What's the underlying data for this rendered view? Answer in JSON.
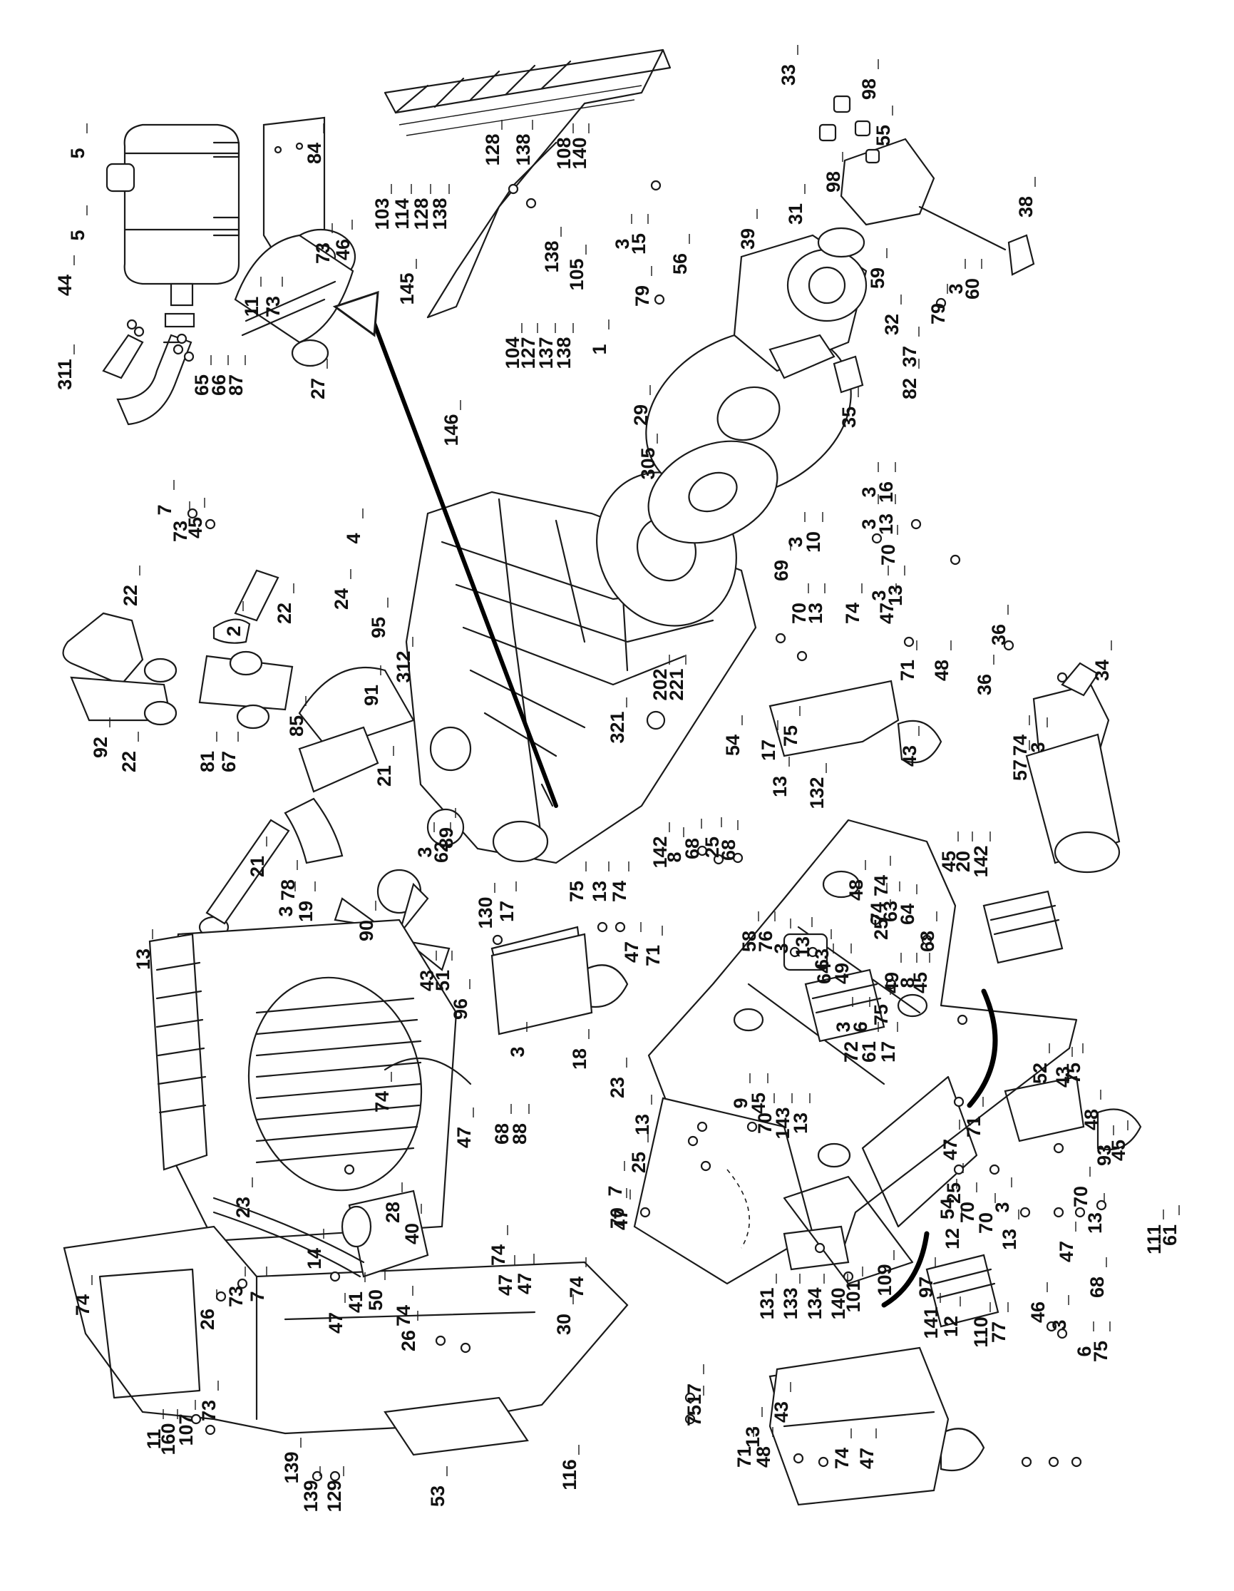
{
  "callouts": [
    {
      "id": "c1",
      "text": "5"
    },
    {
      "id": "c2",
      "text": "5"
    },
    {
      "id": "c3",
      "text": "44"
    },
    {
      "id": "c4",
      "text": "84"
    },
    {
      "id": "c5",
      "text": "73"
    },
    {
      "id": "c6",
      "text": "46"
    },
    {
      "id": "c7",
      "text": "11"
    },
    {
      "id": "c8",
      "text": "73"
    },
    {
      "id": "c9",
      "text": "311"
    },
    {
      "id": "c10",
      "text": "65"
    },
    {
      "id": "c11",
      "text": "66"
    },
    {
      "id": "c12",
      "text": "87"
    },
    {
      "id": "c13",
      "text": "27"
    },
    {
      "id": "c14",
      "text": "7"
    },
    {
      "id": "c15",
      "text": "73"
    },
    {
      "id": "c16",
      "text": "45"
    },
    {
      "id": "c17",
      "text": "4"
    },
    {
      "id": "c18",
      "text": "22"
    },
    {
      "id": "c19",
      "text": "22"
    },
    {
      "id": "c20",
      "text": "24"
    },
    {
      "id": "c21",
      "text": "2"
    },
    {
      "id": "c22",
      "text": "95"
    },
    {
      "id": "c23",
      "text": "312"
    },
    {
      "id": "c24",
      "text": "91"
    },
    {
      "id": "c25",
      "text": "92"
    },
    {
      "id": "c26",
      "text": "22"
    },
    {
      "id": "c27",
      "text": "81"
    },
    {
      "id": "c28",
      "text": "67"
    },
    {
      "id": "c29",
      "text": "85"
    },
    {
      "id": "c30",
      "text": "21"
    },
    {
      "id": "c31",
      "text": "21"
    },
    {
      "id": "c32",
      "text": "89"
    },
    {
      "id": "c33",
      "text": "3"
    },
    {
      "id": "c34",
      "text": "62"
    },
    {
      "id": "c35",
      "text": "78"
    },
    {
      "id": "c36",
      "text": "3"
    },
    {
      "id": "c37",
      "text": "19"
    },
    {
      "id": "c38",
      "text": "90"
    },
    {
      "id": "c39",
      "text": "103"
    },
    {
      "id": "c40",
      "text": "114"
    },
    {
      "id": "c41",
      "text": "128"
    },
    {
      "id": "c42",
      "text": "138"
    },
    {
      "id": "c43",
      "text": "145"
    },
    {
      "id": "c44",
      "text": "104"
    },
    {
      "id": "c45",
      "text": "127"
    },
    {
      "id": "c46",
      "text": "137"
    },
    {
      "id": "c47",
      "text": "138"
    },
    {
      "id": "c48",
      "text": "146"
    },
    {
      "id": "c49",
      "text": "128"
    },
    {
      "id": "c50",
      "text": "138"
    },
    {
      "id": "c51",
      "text": "108"
    },
    {
      "id": "c52",
      "text": "140"
    },
    {
      "id": "c53",
      "text": "138"
    },
    {
      "id": "c54",
      "text": "105"
    },
    {
      "id": "c55",
      "text": "3"
    },
    {
      "id": "c56",
      "text": "15"
    },
    {
      "id": "c57",
      "text": "79"
    },
    {
      "id": "c58",
      "text": "56"
    },
    {
      "id": "c59",
      "text": "39"
    },
    {
      "id": "c60",
      "text": "31"
    },
    {
      "id": "c61",
      "text": "33"
    },
    {
      "id": "c62",
      "text": "98"
    },
    {
      "id": "c63",
      "text": "55"
    },
    {
      "id": "c64",
      "text": "98"
    },
    {
      "id": "c65",
      "text": "38"
    },
    {
      "id": "c66",
      "text": "59"
    },
    {
      "id": "c67",
      "text": "3"
    },
    {
      "id": "c68",
      "text": "60"
    },
    {
      "id": "c69",
      "text": "79"
    },
    {
      "id": "c70",
      "text": "32"
    },
    {
      "id": "c71",
      "text": "37"
    },
    {
      "id": "c72",
      "text": "82"
    },
    {
      "id": "c73",
      "text": "35"
    },
    {
      "id": "c74",
      "text": "1"
    },
    {
      "id": "c75",
      "text": "29"
    },
    {
      "id": "c76",
      "text": "305"
    },
    {
      "id": "c77",
      "text": "3"
    },
    {
      "id": "c78",
      "text": "16"
    },
    {
      "id": "c79",
      "text": "3"
    },
    {
      "id": "c80",
      "text": "13"
    },
    {
      "id": "c81",
      "text": "3"
    },
    {
      "id": "c82",
      "text": "10"
    },
    {
      "id": "c83",
      "text": "69"
    },
    {
      "id": "c84",
      "text": "70"
    },
    {
      "id": "c85",
      "text": "3"
    },
    {
      "id": "c86",
      "text": "13"
    },
    {
      "id": "c87",
      "text": "70"
    },
    {
      "id": "c88",
      "text": "13"
    },
    {
      "id": "c89",
      "text": "74"
    },
    {
      "id": "c90",
      "text": "47"
    },
    {
      "id": "c91",
      "text": "36"
    },
    {
      "id": "c92",
      "text": "34"
    },
    {
      "id": "c93",
      "text": "36"
    },
    {
      "id": "c94",
      "text": "202"
    },
    {
      "id": "c95",
      "text": "221"
    },
    {
      "id": "c96",
      "text": "321"
    },
    {
      "id": "c97",
      "text": "71"
    },
    {
      "id": "c98",
      "text": "48"
    },
    {
      "id": "c99",
      "text": "54"
    },
    {
      "id": "c100",
      "text": "17"
    },
    {
      "id": "c101",
      "text": "75"
    },
    {
      "id": "c102",
      "text": "43"
    },
    {
      "id": "c103",
      "text": "57"
    },
    {
      "id": "c104",
      "text": "74"
    },
    {
      "id": "c105",
      "text": "3"
    },
    {
      "id": "c106",
      "text": "13"
    },
    {
      "id": "c107",
      "text": "132"
    },
    {
      "id": "c108",
      "text": "142"
    },
    {
      "id": "c109",
      "text": "8"
    },
    {
      "id": "c110",
      "text": "68"
    },
    {
      "id": "c111",
      "text": "25"
    },
    {
      "id": "c112",
      "text": "68"
    },
    {
      "id": "c113",
      "text": "45"
    },
    {
      "id": "c114",
      "text": "20"
    },
    {
      "id": "c115",
      "text": "142"
    },
    {
      "id": "c116",
      "text": "130"
    },
    {
      "id": "c117",
      "text": "17"
    },
    {
      "id": "c118",
      "text": "75"
    },
    {
      "id": "c119",
      "text": "13"
    },
    {
      "id": "c120",
      "text": "74"
    },
    {
      "id": "c121",
      "text": "47"
    },
    {
      "id": "c122",
      "text": "71"
    },
    {
      "id": "c123",
      "text": "48"
    },
    {
      "id": "c124",
      "text": "74"
    },
    {
      "id": "c125",
      "text": "25"
    },
    {
      "id": "c126",
      "text": "74"
    },
    {
      "id": "c127",
      "text": "63"
    },
    {
      "id": "c128",
      "text": "64"
    },
    {
      "id": "c129",
      "text": "49"
    },
    {
      "id": "c130",
      "text": "8"
    },
    {
      "id": "c131",
      "text": "45"
    },
    {
      "id": "c132",
      "text": "68"
    },
    {
      "id": "c133",
      "text": "58"
    },
    {
      "id": "c134",
      "text": "76"
    },
    {
      "id": "c135",
      "text": "3"
    },
    {
      "id": "c136",
      "text": "13"
    },
    {
      "id": "c137",
      "text": "63"
    },
    {
      "id": "c138",
      "text": "64"
    },
    {
      "id": "c139",
      "text": "49"
    },
    {
      "id": "c140",
      "text": "3"
    },
    {
      "id": "c141",
      "text": "6"
    },
    {
      "id": "c142",
      "text": "75"
    },
    {
      "id": "c143",
      "text": "43"
    },
    {
      "id": "c144",
      "text": "51"
    },
    {
      "id": "c145",
      "text": "96"
    },
    {
      "id": "c146",
      "text": "3"
    },
    {
      "id": "c147",
      "text": "18"
    },
    {
      "id": "c148",
      "text": "9"
    },
    {
      "id": "c149",
      "text": "45"
    },
    {
      "id": "c150",
      "text": "72"
    },
    {
      "id": "c151",
      "text": "61"
    },
    {
      "id": "c152",
      "text": "17"
    },
    {
      "id": "c153",
      "text": "75"
    },
    {
      "id": "c154",
      "text": "52"
    },
    {
      "id": "c155",
      "text": "43"
    },
    {
      "id": "c156",
      "text": "71"
    },
    {
      "id": "c157",
      "text": "48"
    },
    {
      "id": "c158",
      "text": "93"
    },
    {
      "id": "c159",
      "text": "45"
    },
    {
      "id": "c160",
      "text": "13"
    },
    {
      "id": "c161",
      "text": "74"
    },
    {
      "id": "c162",
      "text": "47"
    },
    {
      "id": "c163",
      "text": "68"
    },
    {
      "id": "c164",
      "text": "88"
    },
    {
      "id": "c165",
      "text": "23"
    },
    {
      "id": "c166",
      "text": "7"
    },
    {
      "id": "c167",
      "text": "28"
    },
    {
      "id": "c168",
      "text": "23"
    },
    {
      "id": "c169",
      "text": "40"
    },
    {
      "id": "c170",
      "text": "14"
    },
    {
      "id": "c171",
      "text": "74"
    },
    {
      "id": "c172",
      "text": "47"
    },
    {
      "id": "c173",
      "text": "47"
    },
    {
      "id": "c174",
      "text": "74"
    },
    {
      "id": "c175",
      "text": "13"
    },
    {
      "id": "c176",
      "text": "25"
    },
    {
      "id": "c177",
      "text": "47"
    },
    {
      "id": "c178",
      "text": "70"
    },
    {
      "id": "c179",
      "text": "143"
    },
    {
      "id": "c180",
      "text": "13"
    },
    {
      "id": "c181",
      "text": "47"
    },
    {
      "id": "c182",
      "text": "70"
    },
    {
      "id": "c183",
      "text": "54"
    },
    {
      "id": "c184",
      "text": "25"
    },
    {
      "id": "c185",
      "text": "70"
    },
    {
      "id": "c186",
      "text": "12"
    },
    {
      "id": "c187",
      "text": "70"
    },
    {
      "id": "c188",
      "text": "3"
    },
    {
      "id": "c189",
      "text": "13"
    },
    {
      "id": "c190",
      "text": "13"
    },
    {
      "id": "c191",
      "text": "70"
    },
    {
      "id": "c192",
      "text": "47"
    },
    {
      "id": "c193",
      "text": "61"
    },
    {
      "id": "c194",
      "text": "111"
    },
    {
      "id": "c195",
      "text": "97"
    },
    {
      "id": "c196",
      "text": "12"
    },
    {
      "id": "c197",
      "text": "46"
    },
    {
      "id": "c198",
      "text": "68"
    },
    {
      "id": "c199",
      "text": "74"
    },
    {
      "id": "c200",
      "text": "73"
    },
    {
      "id": "c201",
      "text": "7"
    },
    {
      "id": "c202",
      "text": "41"
    },
    {
      "id": "c203",
      "text": "50"
    },
    {
      "id": "c204",
      "text": "26"
    },
    {
      "id": "c205",
      "text": "47"
    },
    {
      "id": "c206",
      "text": "74"
    },
    {
      "id": "c207",
      "text": "26"
    },
    {
      "id": "c208",
      "text": "30"
    },
    {
      "id": "c209",
      "text": "73"
    },
    {
      "id": "c210",
      "text": "11"
    },
    {
      "id": "c211",
      "text": "160"
    },
    {
      "id": "c212",
      "text": "107"
    },
    {
      "id": "c213",
      "text": "139"
    },
    {
      "id": "c214",
      "text": "116"
    },
    {
      "id": "c215",
      "text": "139"
    },
    {
      "id": "c216",
      "text": "129"
    },
    {
      "id": "c217",
      "text": "53"
    },
    {
      "id": "c218",
      "text": "131"
    },
    {
      "id": "c219",
      "text": "133"
    },
    {
      "id": "c220",
      "text": "134"
    },
    {
      "id": "c221",
      "text": "140"
    },
    {
      "id": "c222",
      "text": "101"
    },
    {
      "id": "c223",
      "text": "109"
    },
    {
      "id": "c224",
      "text": "141"
    },
    {
      "id": "c225",
      "text": "110"
    },
    {
      "id": "c226",
      "text": "77"
    },
    {
      "id": "c227",
      "text": "3"
    },
    {
      "id": "c228",
      "text": "6"
    },
    {
      "id": "c229",
      "text": "75"
    },
    {
      "id": "c230",
      "text": "17"
    },
    {
      "id": "c231",
      "text": "75"
    },
    {
      "id": "c232",
      "text": "43"
    },
    {
      "id": "c233",
      "text": "71"
    },
    {
      "id": "c234",
      "text": "48"
    },
    {
      "id": "c235",
      "text": "13"
    },
    {
      "id": "c236",
      "text": "74"
    },
    {
      "id": "c237",
      "text": "47"
    }
  ]
}
